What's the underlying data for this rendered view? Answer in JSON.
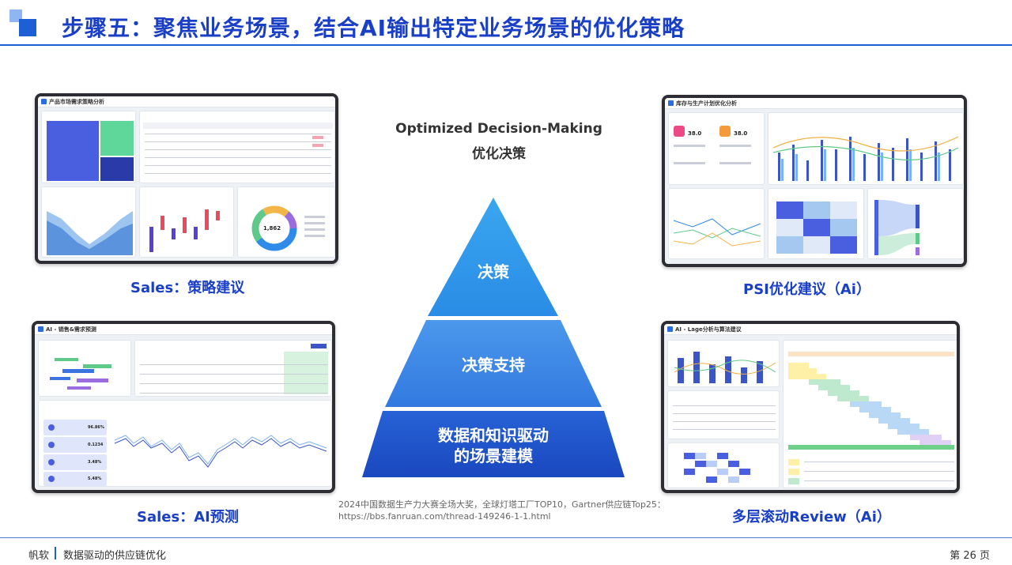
{
  "header": {
    "title": "步骤五：聚焦业务场景，结合AI输出特定业务场景的优化策略"
  },
  "center": {
    "heading_en": "Optimized Decision-Making",
    "heading_zh": "优化决策",
    "pyramid": {
      "top": "决策",
      "middle": "决策支持",
      "bottom_line1": "数据和知识驱动",
      "bottom_line2": "的场景建模"
    }
  },
  "screens": {
    "top_left": {
      "title": "产品市场需求策略分析",
      "caption": "Sales：策略建议",
      "kpi": "1,862"
    },
    "top_right": {
      "title": "库存与生产计划优化分析",
      "caption": "PSI优化建议（Ai）",
      "kpi1": "38.0",
      "kpi2": "38.0"
    },
    "bottom_left": {
      "title": "AI - 销售&需求预测",
      "caption": "Sales：AI预测",
      "metrics": [
        "96.86%",
        "0.1234",
        "3.48%",
        "5.48%"
      ]
    },
    "bottom_right": {
      "title": "AI - Lage分析与算法建议",
      "caption": "多层滚动Review（Ai）"
    }
  },
  "note": {
    "line1": "2024中国数据生产力大赛全场大奖，全球灯塔工厂TOP10，Gartner供应链Top25：",
    "line2": "https://bbs.fanruan.com/thread-149246-1-1.html"
  },
  "footer": {
    "brand": "帆软",
    "subtitle": "数据驱动的供应链优化",
    "page": "第 26 页"
  },
  "colors": {
    "accent": "#1f5fd6",
    "title": "#1a3fc7",
    "pyramid_top": "#2f9be8",
    "pyramid_mid": "#3d86e6",
    "pyramid_bottom": "#1e56cc"
  }
}
